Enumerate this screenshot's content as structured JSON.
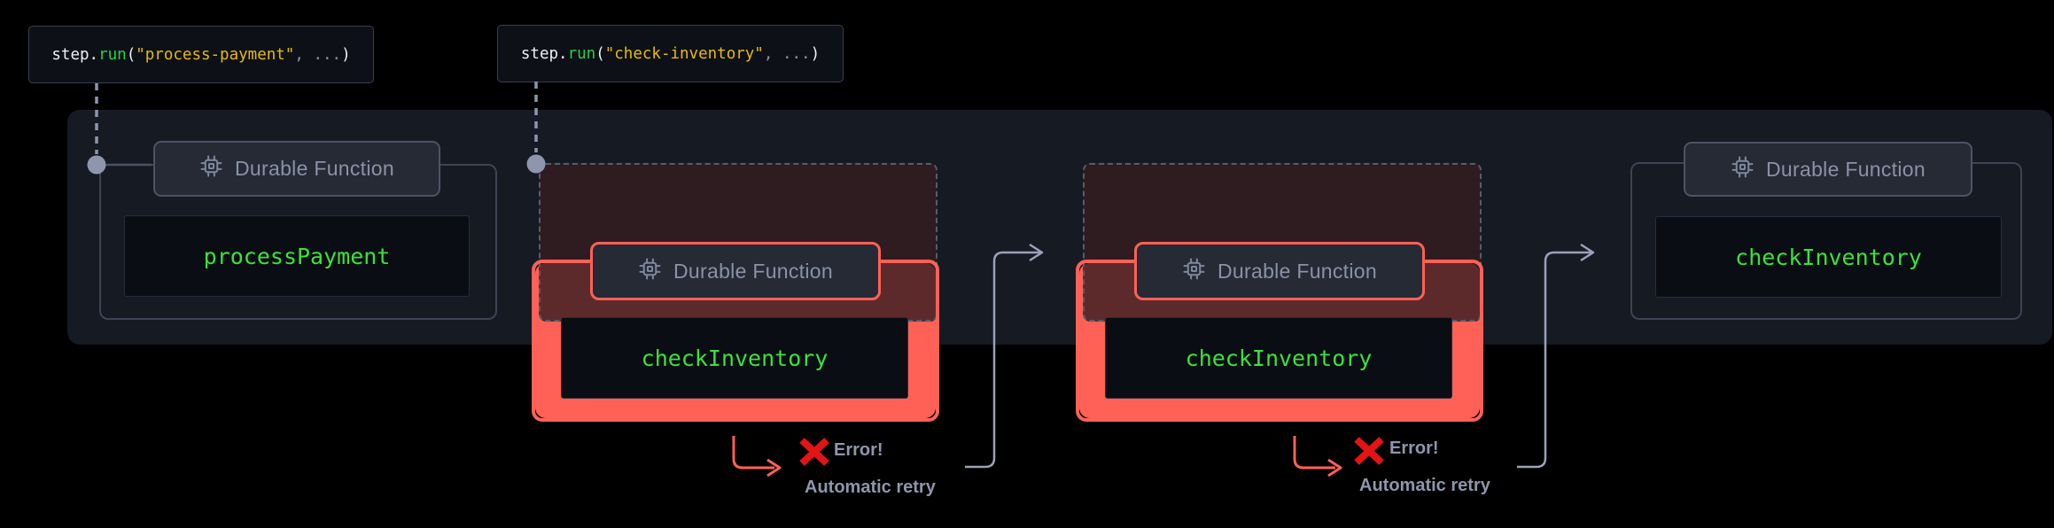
{
  "code_labels": [
    {
      "object": "step",
      "dot": ".",
      "method": "run",
      "open": "(",
      "string": "\"process-payment\"",
      "comma": ",",
      "args": " ...",
      "close": ")"
    },
    {
      "object": "step",
      "dot": ".",
      "method": "run",
      "open": "(",
      "string": "\"check-inventory\"",
      "comma": ",",
      "args": " ...",
      "close": ")"
    }
  ],
  "groups": [
    {
      "badge": "Durable Function",
      "function_name": "processPayment",
      "state": "success"
    },
    {
      "badge": "Durable Function",
      "function_name": "checkInventory",
      "state": "failed-attempt"
    },
    {
      "badge": "Durable Function",
      "function_name": "checkInventory",
      "state": "failed-attempt"
    },
    {
      "badge": "Durable Function",
      "function_name": "checkInventory",
      "state": "success"
    }
  ],
  "annotations": [
    {
      "error": "Error!",
      "retry": "Automatic retry"
    },
    {
      "error": "Error!",
      "retry": "Automatic retry"
    }
  ],
  "colors": {
    "background": "#000000",
    "container": "#151a23",
    "accent_red": "#ff6156",
    "error_x": "#e31414",
    "code_green": "#3ae33a",
    "method_green": "#25d048",
    "string_gold": "#e7ba10",
    "muted_text": "#8e96ab",
    "badge_text": "#8a92a6",
    "connector_gray": "#99a2b8"
  }
}
